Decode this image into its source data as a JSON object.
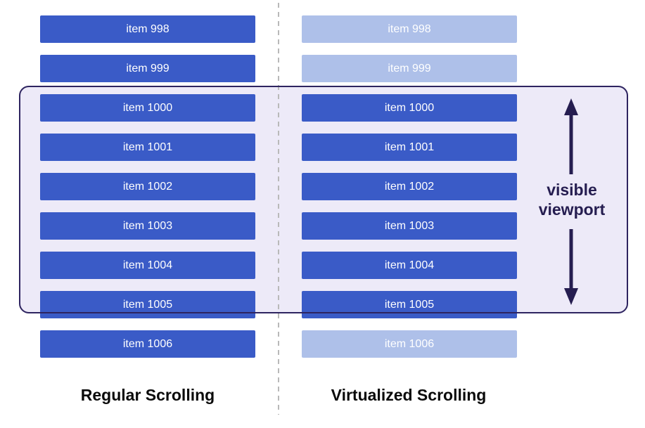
{
  "diagram": {
    "viewport_label": "visible viewport",
    "columns": [
      {
        "title": "Regular Scrolling",
        "items": [
          {
            "label": "item 998",
            "faded": false
          },
          {
            "label": "item 999",
            "faded": false
          },
          {
            "label": "item 1000",
            "faded": false
          },
          {
            "label": "item 1001",
            "faded": false
          },
          {
            "label": "item 1002",
            "faded": false
          },
          {
            "label": "item 1003",
            "faded": false
          },
          {
            "label": "item 1004",
            "faded": false
          },
          {
            "label": "item 1005",
            "faded": false
          },
          {
            "label": "item 1006",
            "faded": false
          }
        ]
      },
      {
        "title": "Virtualized Scrolling",
        "items": [
          {
            "label": "item 998",
            "faded": true
          },
          {
            "label": "item 999",
            "faded": true
          },
          {
            "label": "item 1000",
            "faded": false
          },
          {
            "label": "item 1001",
            "faded": false
          },
          {
            "label": "item 1002",
            "faded": false
          },
          {
            "label": "item 1003",
            "faded": false
          },
          {
            "label": "item 1004",
            "faded": false
          },
          {
            "label": "item 1005",
            "faded": false
          },
          {
            "label": "item 1006",
            "faded": true
          }
        ]
      }
    ],
    "viewport_items_range": {
      "first_visible": "item 1000",
      "last_visible": "item 1005"
    },
    "colors": {
      "item_solid": "#3a5bc7",
      "item_faded": "#aec0e9",
      "item_text": "#ffffff",
      "viewport_fill": "#edeaf8",
      "viewport_border": "#2e2460",
      "arrow": "#251d50",
      "divider": "#b9b9b9",
      "column_title": "#0a0a0a"
    }
  }
}
